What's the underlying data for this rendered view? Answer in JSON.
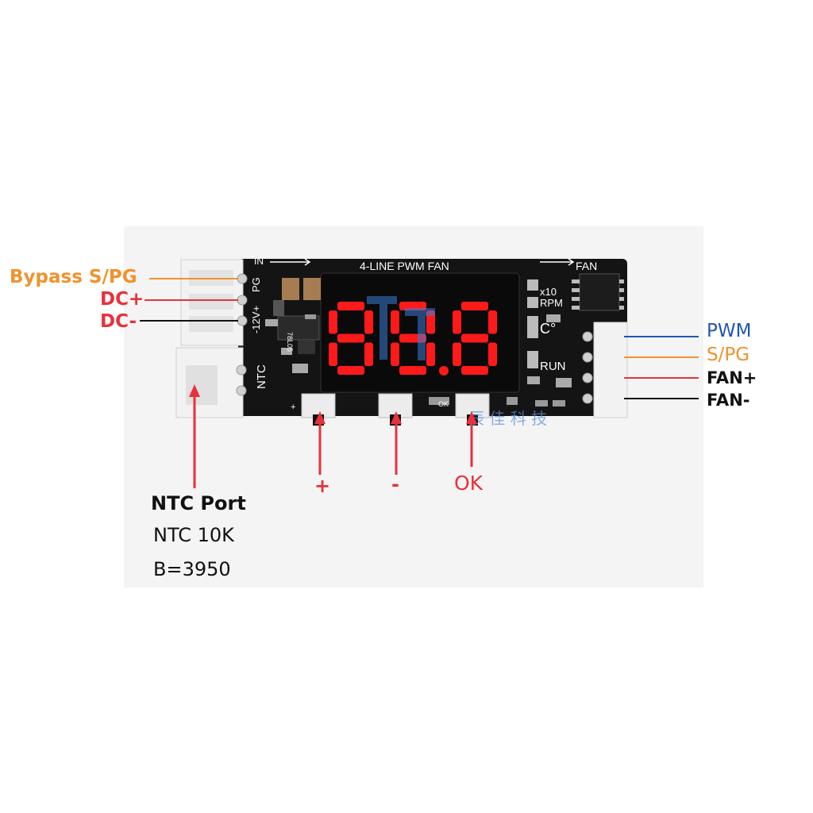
{
  "board": {
    "silk_in": "IN",
    "silk_title": "4-LINE PWM FAN",
    "silk_fan": "FAN",
    "silk_pg": "PG",
    "silk_v": "-12V+",
    "silk_ntc": "NTC",
    "silk_x10": "x10",
    "silk_rpm": "RPM",
    "silk_c": "C°",
    "silk_run": "RUN",
    "silk_plus": "+",
    "silk_ok": "OK",
    "reg_text": "78L05",
    "display_digits": "88.8",
    "watermark": "辰 佳 科 技"
  },
  "labels": {
    "bypass": "Bypass S/PG",
    "dc_plus": "DC+",
    "dc_minus": "DC-",
    "pwm": "PWM",
    "spg": "S/PG",
    "fan_plus": "FAN+",
    "fan_minus": "FAN-",
    "btn_plus": "+",
    "btn_minus": "-",
    "btn_ok": "OK",
    "ntc_title": "NTC Port",
    "ntc_value": "NTC 10K",
    "ntc_b": "B=3950"
  },
  "colors": {
    "orange": "#f0922c",
    "red": "#e8313a",
    "blue": "#1f56b4",
    "black": "#111111",
    "pcb": "#141414",
    "segment": "#ff1a1a"
  }
}
